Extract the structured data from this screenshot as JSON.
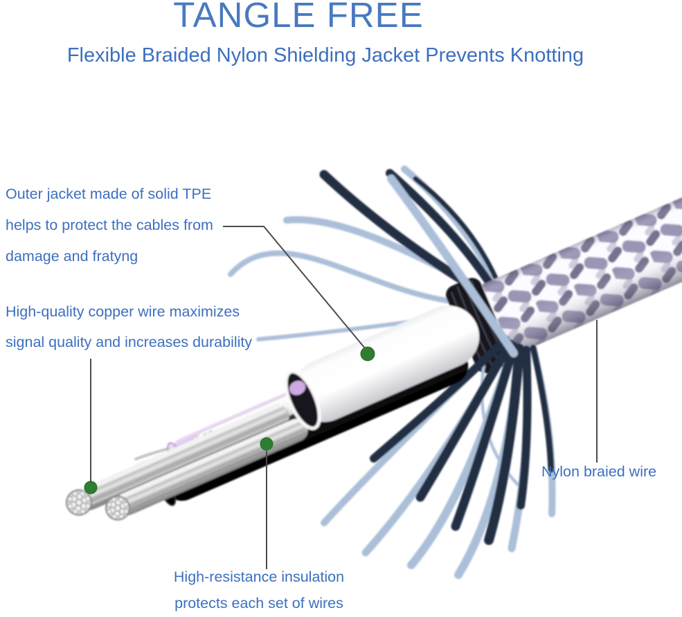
{
  "header": {
    "title": "TANGLE FREE",
    "subtitle": "Flexible Braided Nylon Shielding Jacket Prevents Knotting"
  },
  "callouts": {
    "outer_jacket": {
      "lines": [
        "Outer jacket made of solid TPE",
        "helps to protect the cables from",
        "damage and fratyng"
      ]
    },
    "copper_wire": {
      "lines": [
        "High-quality copper wire maximizes",
        "signal quality and increases durability"
      ]
    },
    "nylon_braid": {
      "label": "Nylon braied wire"
    },
    "insulation": {
      "lines": [
        "High-resistance insulation",
        "protects each set of wires"
      ]
    }
  },
  "colors": {
    "background": "#ffffff",
    "title_blue": "#4879c0",
    "text_blue": "#3d6fbe",
    "line_gray": "#4b4b4b",
    "dot_green": "#2f7d33",
    "braid_lilac": "#9b95b5",
    "braid_dark": "#565073",
    "braid_white": "#fcfbff",
    "nylon_dark": "#202f43",
    "nylon_light": "#abbfd9",
    "jacket_white": "#fdfdfd",
    "jacket_shade": "#c8c9ce",
    "wire_purple": "#cdabe0",
    "wire_purple_light": "#ecdcf7",
    "wire_teal": "#cfe8df",
    "wire_pink": "#e2198f",
    "wire_black": "#141414",
    "wire_silver": "#cfcfcf"
  }
}
